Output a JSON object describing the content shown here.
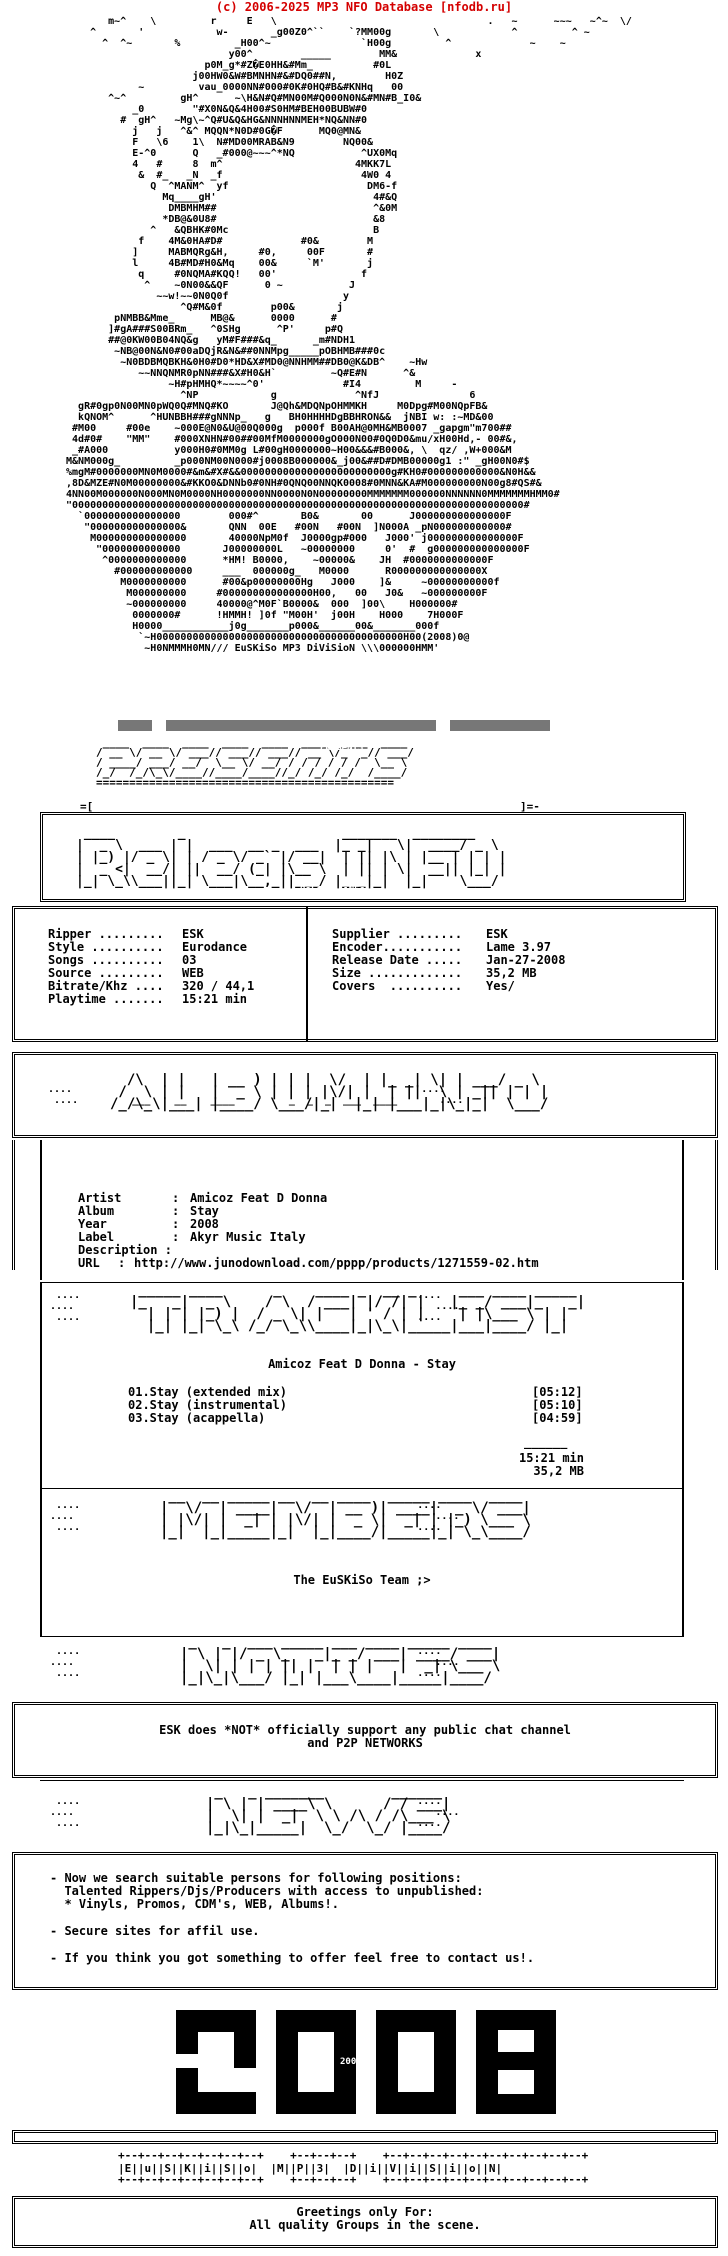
{
  "header": {
    "credit": "(c) 2006-2025 MP3 NFO Database [nfodb.ru]",
    "group_tag": "-=( EuSKiSo MP3 DiViSioN )=-",
    "year_tag": "(2008)"
  },
  "sections": {
    "presents": "PReSeNTS",
    "release_info": "ReLeaSe iNFo",
    "album_info": "ALBuM iNFo",
    "tracklist": "TRaCKLiST",
    "members": "MeMBeRS",
    "notices": "NoTiCeS",
    "news": "NeWS"
  },
  "release": {
    "left": [
      {
        "label": "Ripper .........",
        "value": "ESK"
      },
      {
        "label": "Style ..........",
        "value": "Eurodance"
      },
      {
        "label": "Songs ..........",
        "value": "03"
      },
      {
        "label": "Source .........",
        "value": "WEB"
      },
      {
        "label": "Bitrate/Khz ....",
        "value": "320 / 44,1"
      },
      {
        "label": "Playtime .......",
        "value": "15:21 min"
      }
    ],
    "right": [
      {
        "label": "Supplier .........",
        "value": "ESK"
      },
      {
        "label": "Encoder...........",
        "value": "Lame 3.97"
      },
      {
        "label": "Release Date .....",
        "value": "Jan-27-2008"
      },
      {
        "label": "Size .............",
        "value": "35,2 MB"
      },
      {
        "label": "Covers  ..........",
        "value": "Yes/"
      }
    ]
  },
  "album": {
    "artist_label": "Artist",
    "artist": "Amicoz Feat D Donna",
    "album_label": "Album",
    "album": "Stay",
    "year_label": "Year",
    "year": "2008",
    "label_label": "Label",
    "label": "Akyr Music Italy",
    "description_label": "Description :",
    "url_label": "URL",
    "url": "http://www.junodownload.com/pppp/products/1271559-02.htm"
  },
  "tracklist": {
    "heading": "Amicoz Feat D Donna - Stay",
    "tracks": [
      {
        "name": "01.Stay (extended mix)",
        "time": "[05:12]"
      },
      {
        "name": "02.Stay (instrumental)",
        "time": "[05:10]"
      },
      {
        "name": "03.Stay (acappella)",
        "time": "[04:59]"
      }
    ],
    "separator": "______",
    "total_time": "15:21 min",
    "total_size": "35,2 MB"
  },
  "members": {
    "text": "The EuSKiSo Team ;>"
  },
  "notices": {
    "line1": "ESK does *NOT* officially support any public chat channel",
    "line2": "and P2P NETWORKS"
  },
  "news": {
    "items": [
      "- Now we search suitable persons for following positions:",
      "  Talented Rippers/Djs/Producers with access to unpublished:",
      "  * Vinyls, Promos, CDM's, WEB, Albums!.",
      "- Secure sites for affil use.",
      "- If you think you got something to offer feel free to contact us!."
    ]
  },
  "year_banner": "2008",
  "group_letters": "|E||u||S||K||i||S||o|  |M||P||3|  |D||i||V||i||S||i||o||N|",
  "greetings": {
    "line1": "Greetings only For:",
    "line2": "All quality Groups in the scene."
  }
}
